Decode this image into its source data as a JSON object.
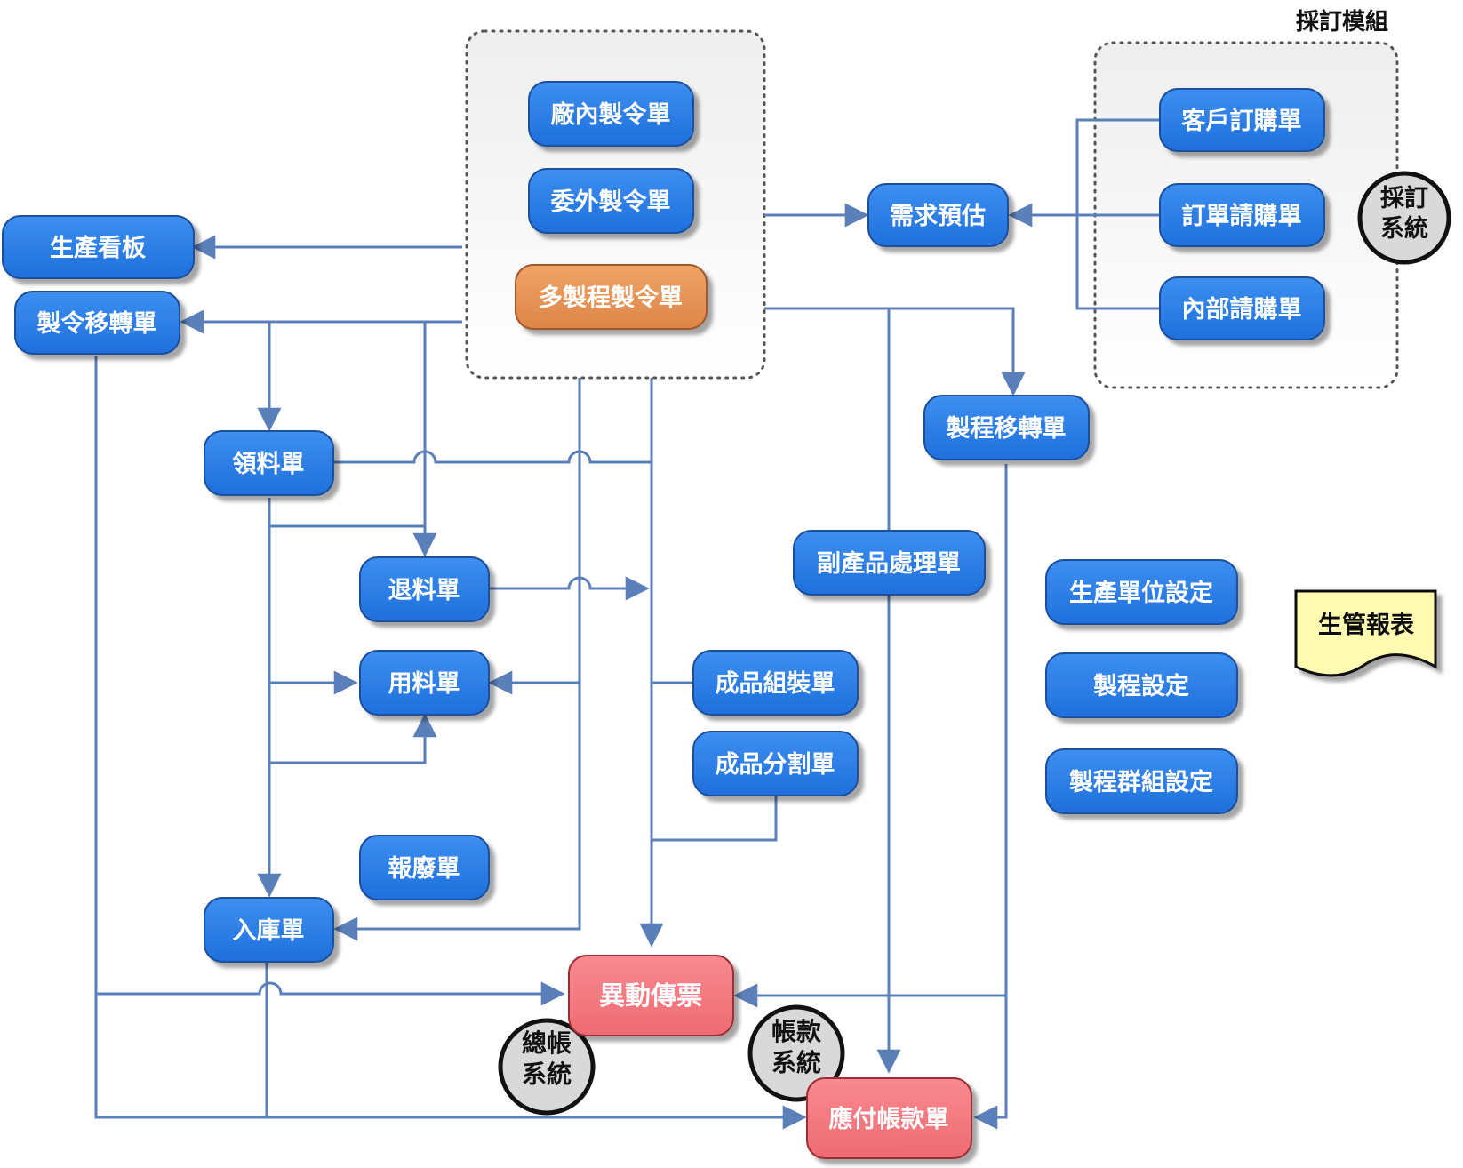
{
  "colors": {
    "node_blue": "#2f80e8",
    "node_orange": "#e8955a",
    "node_red": "#f47a80",
    "line": "#5b7fb8",
    "report_yellow": "#fffbb0",
    "system_circle": "#d9d9d9"
  },
  "groups": {
    "production_orders": {},
    "purchase_module": {
      "label": "採訂模組"
    }
  },
  "nodes": {
    "in_house_order": "廠內製令單",
    "outsource_order": "委外製令單",
    "multi_process_order": "多製程製令單",
    "production_board": "生產看板",
    "order_transfer": "製令移轉單",
    "demand_forecast": "需求預估",
    "customer_order": "客戶訂購單",
    "order_requisition": "訂單請購單",
    "internal_requisition": "內部請購單",
    "process_transfer": "製程移轉單",
    "material_issue": "領料單",
    "material_return": "退料單",
    "material_usage": "用料單",
    "scrap": "報廢單",
    "warehouse_in": "入庫單",
    "byproduct": "副產品處理單",
    "assembly": "成品組裝單",
    "split": "成品分割單",
    "unit_settings": "生產單位設定",
    "process_settings": "製程設定",
    "process_group_settings": "製程群組設定",
    "stock_transaction": "異動傳票",
    "payable": "應付帳款單"
  },
  "systems": {
    "purchase_system": [
      "採訂",
      "系統"
    ],
    "ledger_system": [
      "總帳",
      "系統"
    ],
    "accounts_system": [
      "帳款",
      "系統"
    ]
  },
  "report": {
    "label": "生管報表"
  }
}
